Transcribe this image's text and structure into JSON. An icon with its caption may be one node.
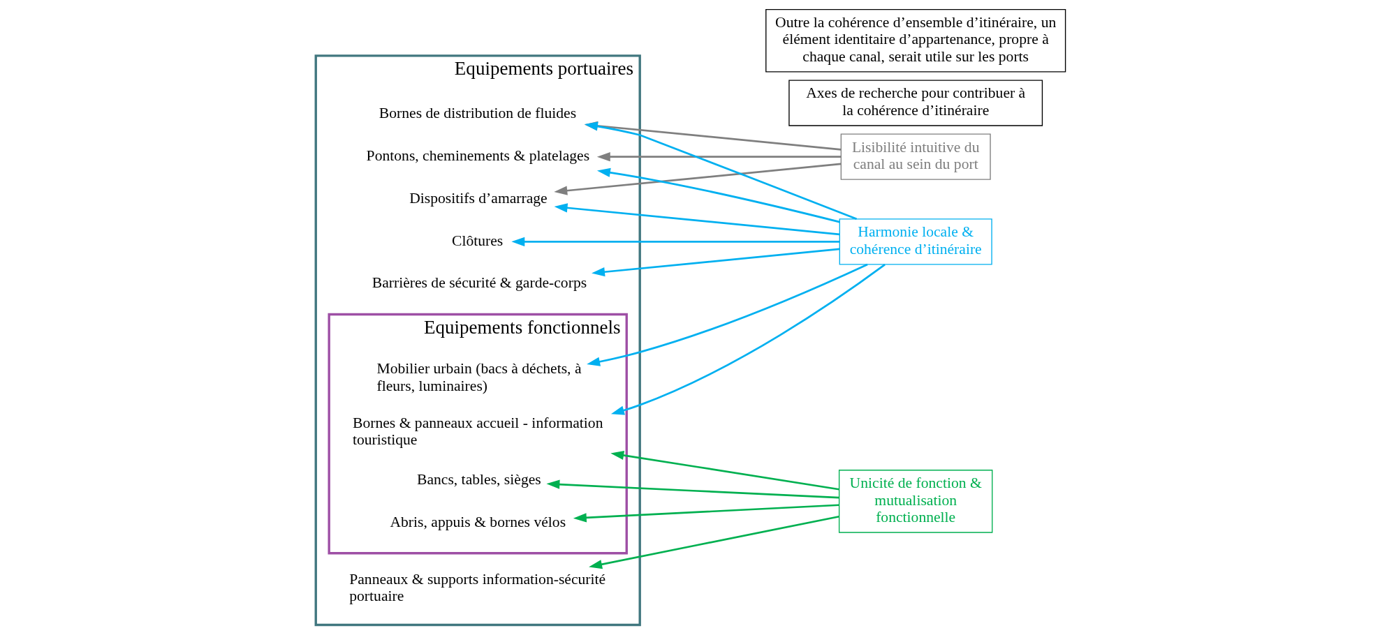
{
  "diagram": {
    "nodes": [
      {
        "text": [
          "Equipements portuaires"
        ]
      },
      {
        "text": [
          "Pontons, cheminements & platelages"
        ],
        "in": 0
      },
      {
        "text": [
          "Dispositifs d’amarrage"
        ],
        "in": 0
      },
      {
        "text": [
          "Bornes de distribution de fluides"
        ],
        "in": 0
      },
      {
        "text": [
          "Panneaux & supports information-sécurité portuaire"
        ],
        "in": 0
      },
      {
        "text": [
          "Barrières de sécurité & garde-corps"
        ],
        "in": 0
      },
      {
        "text": [
          "Clôtures"
        ],
        "in": 0
      },
      {
        "text": [
          "Equipements fonctionnels"
        ],
        "in": 0
      },
      {
        "text": [
          "Bornes & panneaux accueil - information touristique"
        ],
        "in": 7
      },
      {
        "text": [
          "Abris, appuis & bornes vélos"
        ],
        "in": 7
      },
      {
        "text": [
          "Bancs, tables, sièges"
        ],
        "in": 7
      },
      {
        "text": [
          "Mobilier urbain (bacs à déchets, à fleurs, luminaires)"
        ],
        "in": 7
      },
      {
        "text": [
          "Axes de recherche pour contribuer à la cohérence d’itinéraire"
        ]
      },
      {
        "text": [
          "Lisibilité intuitive du canal au sein du port"
        ]
      },
      {
        "text": [
          "Harmonie locale & cohérence d’itinéraire"
        ]
      },
      {
        "text": [
          "Unicité de fonction & mutualisation fonctionnelle"
        ]
      },
      {
        "text": [
          "Outre la cohérence d’ensemble d’itinéraire, un élément identitaire d’appartenance, propre à chaque canal, serait utile sur les ports"
        ]
      }
    ],
    "edges": [
      {
        "from": 13,
        "to": 1,
        "arrow": "to",
        "color": "#7f7f7f"
      },
      {
        "from": 13,
        "to": 2,
        "arrow": "to",
        "color": "#7f7f7f"
      },
      {
        "from": 13,
        "to": 3,
        "arrow": "to",
        "color": "#7f7f7f"
      },
      {
        "from": 14,
        "to": 1,
        "arrow": "to"
      },
      {
        "from": 14,
        "to": 2,
        "arrow": "to"
      },
      {
        "from": 14,
        "to": 3,
        "arrow": "to"
      },
      {
        "from": 14,
        "to": 5,
        "arrow": "to"
      },
      {
        "from": 14,
        "to": 6,
        "arrow": "to"
      },
      {
        "from": 14,
        "to": 8,
        "arrow": "to"
      },
      {
        "from": 14,
        "to": 11,
        "arrow": "to"
      },
      {
        "from": 15,
        "to": 4,
        "arrow": "to",
        "color": "#00b050"
      },
      {
        "from": 15,
        "to": 8,
        "arrow": "to",
        "color": "#00b050"
      },
      {
        "from": 15,
        "to": 9,
        "arrow": "to",
        "color": "#00b050"
      },
      {
        "from": 15,
        "to": 10,
        "arrow": "to",
        "color": "#00b050"
      }
    ]
  }
}
